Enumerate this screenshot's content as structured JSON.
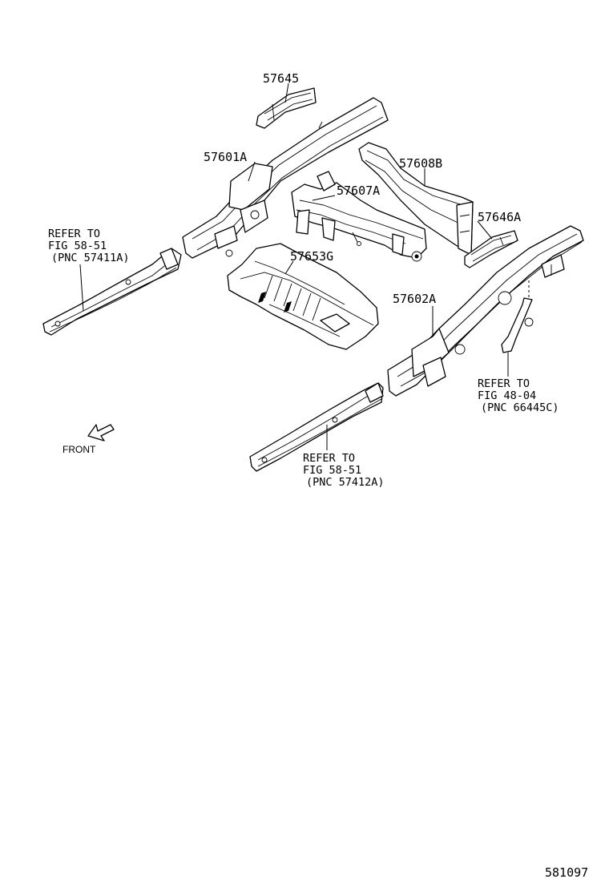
{
  "labels": {
    "p57645": "57645",
    "p57601a": "57601A",
    "p57608b": "57608B",
    "p57607a": "57607A",
    "p57646a": "57646A",
    "p57653g": "57653G",
    "p57602a": "57602A"
  },
  "refs": {
    "left": {
      "line1": "REFER TO",
      "line2": "FIG 58-51",
      "line3": "(PNC 57411A)"
    },
    "right": {
      "line1": "REFER TO",
      "line2": "FIG 48-04",
      "line3": "(PNC 66445C)"
    },
    "bottom": {
      "line1": "REFER TO",
      "line2": "FIG 58-51",
      "line3": "(PNC 57412A)"
    }
  },
  "front_label": "FRONT",
  "figure_number": "581097"
}
